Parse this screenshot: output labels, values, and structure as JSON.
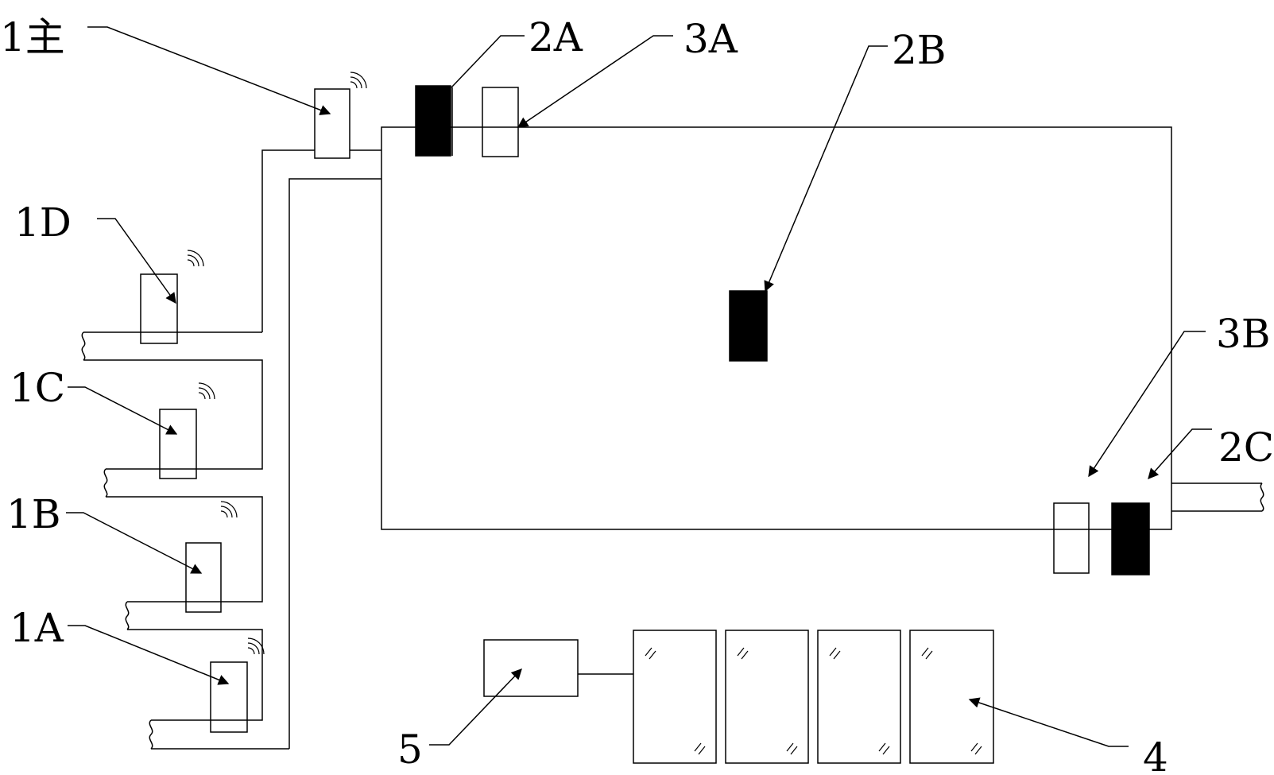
{
  "labels": {
    "sensor_main": "1主",
    "sensor_d": "1D",
    "sensor_c": "1C",
    "sensor_b": "1B",
    "sensor_a": "1A",
    "device_2a": "2A",
    "device_3a": "3A",
    "device_2b": "2B",
    "device_3b": "3B",
    "device_2c": "2C",
    "item_4": "4",
    "item_5": "5"
  }
}
